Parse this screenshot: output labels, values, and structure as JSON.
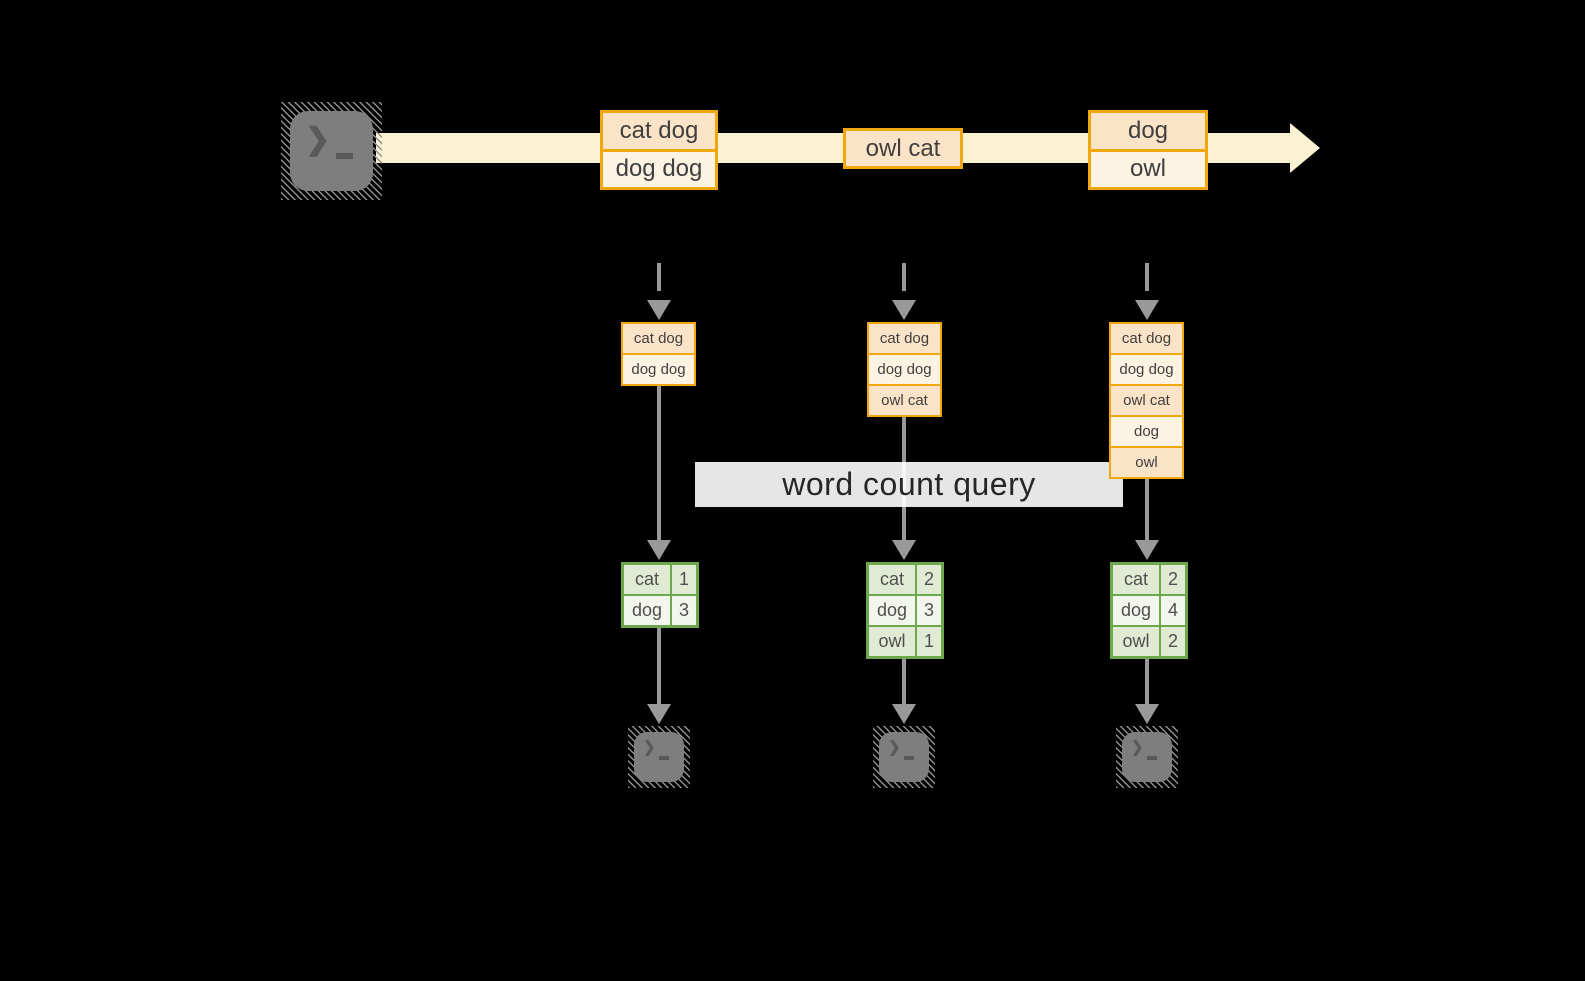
{
  "query_label": "word count query",
  "stream_events": [
    {
      "rows": [
        "cat dog",
        "dog dog"
      ]
    },
    {
      "rows": [
        "owl cat"
      ]
    },
    {
      "rows": [
        "dog",
        "owl"
      ]
    }
  ],
  "pipelines": [
    {
      "buffer": [
        "cat dog",
        "dog dog"
      ],
      "counts": [
        {
          "word": "cat",
          "value": "1"
        },
        {
          "word": "dog",
          "value": "3"
        }
      ]
    },
    {
      "buffer": [
        "cat dog",
        "dog dog",
        "owl cat"
      ],
      "counts": [
        {
          "word": "cat",
          "value": "2"
        },
        {
          "word": "dog",
          "value": "3"
        },
        {
          "word": "owl",
          "value": "1"
        }
      ]
    },
    {
      "buffer": [
        "cat dog",
        "dog dog",
        "owl cat",
        "dog",
        "owl"
      ],
      "counts": [
        {
          "word": "cat",
          "value": "2"
        },
        {
          "word": "dog",
          "value": "4"
        },
        {
          "word": "owl",
          "value": "2"
        }
      ]
    }
  ],
  "icons": {
    "terminal_prompt": "❯"
  },
  "colors": {
    "background": "#000000",
    "stream_fill": "#FBF1D3",
    "event_border": "#F0A80E",
    "event_fill_dark": "#FAE3C6",
    "event_fill_light": "#FCF3E2",
    "table_border": "#6EA84C",
    "table_fill_dark": "#E1EBD3",
    "table_fill_light": "#F2F6EC",
    "arrow_gray": "#999999",
    "label_background": "#FFFFFF",
    "text_dark": "#3F3F3F"
  }
}
